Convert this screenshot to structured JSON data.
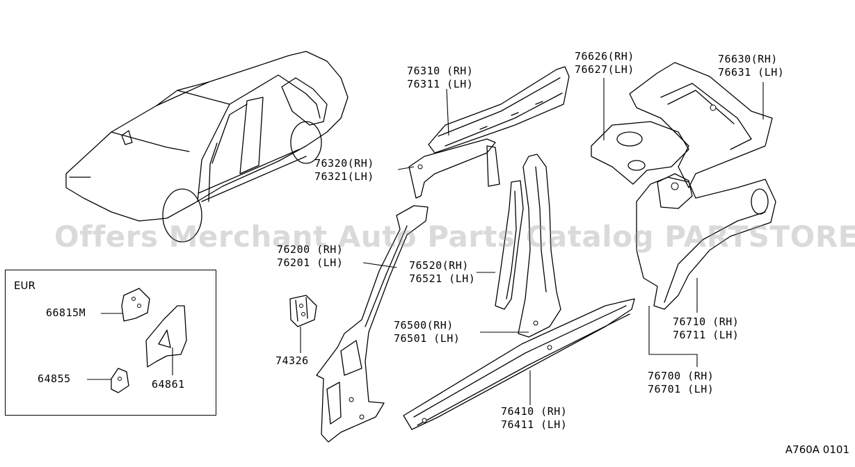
{
  "watermark": "Offers Merchant Auto Parts Catalog PARTSTORE.SA",
  "diagram_code": "A760A 0101",
  "eur_box": {
    "title": "EUR",
    "parts": [
      {
        "number": "66815M"
      },
      {
        "number": "64855"
      },
      {
        "number": "64861"
      }
    ]
  },
  "callouts": {
    "p76310": {
      "rh": "76310 (RH)",
      "lh": "76311 (LH)"
    },
    "p76320": {
      "rh": "76320(RH)",
      "lh": "76321(LH)"
    },
    "p76626": {
      "rh": "76626(RH)",
      "lh": "76627(LH)"
    },
    "p76630": {
      "rh": "76630(RH)",
      "lh": "76631 (LH)"
    },
    "p76200": {
      "rh": "76200 (RH)",
      "lh": "76201 (LH)"
    },
    "p76520": {
      "rh": "76520(RH)",
      "lh": "76521 (LH)"
    },
    "p76500": {
      "rh": "76500(RH)",
      "lh": "76501 (LH)"
    },
    "p74326": {
      "single": "74326"
    },
    "p76410": {
      "rh": "76410 (RH)",
      "lh": "76411 (LH)"
    },
    "p76710": {
      "rh": "76710 (RH)",
      "lh": "76711 (LH)"
    },
    "p76700": {
      "rh": "76700 (RH)",
      "lh": "76701 (LH)"
    }
  }
}
